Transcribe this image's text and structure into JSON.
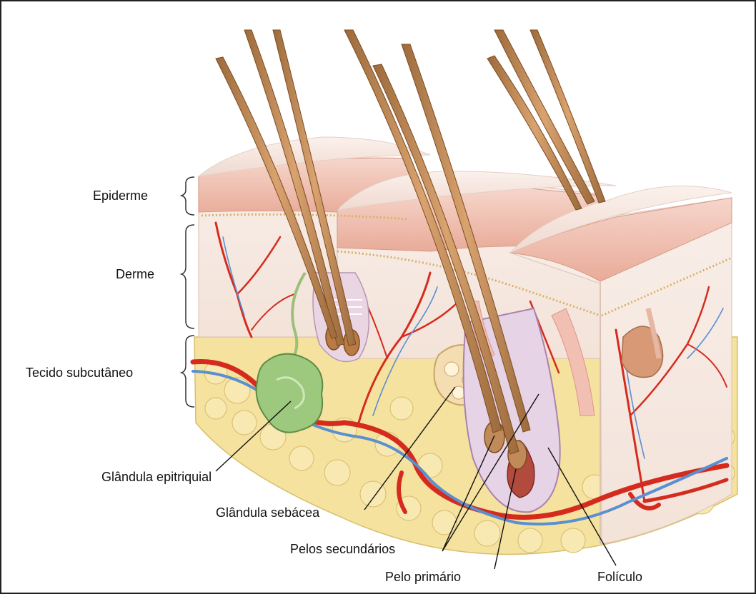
{
  "labels": {
    "epiderme": "Epiderme",
    "derme": "Derme",
    "tecido_subcutaneo": "Tecido subcutâneo",
    "glandula_epitriquial": "Glândula epitriquial",
    "glandula_sebacea": "Glândula sebácea",
    "pelos_secundarios": "Pelos secundários",
    "pelo_primario": "Pelo primário",
    "foliculo": "Folículo"
  },
  "colors": {
    "epidermis": "#f1c4b6",
    "dermis": "#f7ebe3",
    "fat": "#f5e29e",
    "artery": "#d52b1e",
    "vein": "#5a8fd0",
    "hair": "#c08b58",
    "epitrichial_gland": "#9cc97e",
    "sebaceous_gland": "#f4ddb0"
  }
}
